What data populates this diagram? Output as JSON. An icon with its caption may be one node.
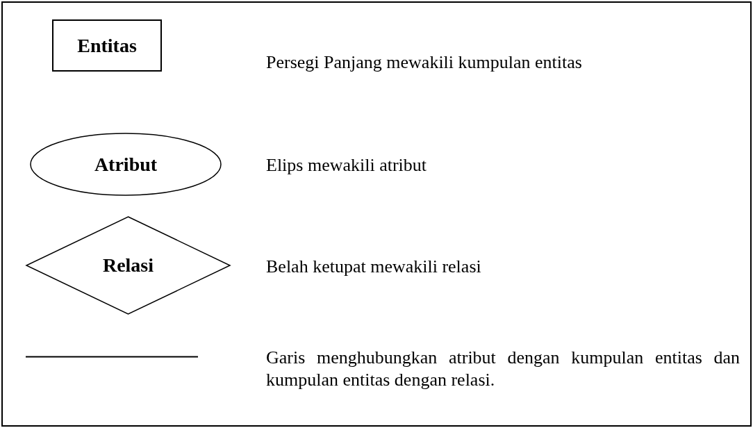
{
  "diagram": {
    "nodes": [
      {
        "text": [],
        "shape": "box"
      },
      {
        "text": [
          "Entitas"
        ],
        "in": 0
      },
      {
        "text": [
          "Atribut"
        ],
        "in": 0
      },
      {
        "text": [
          "Relasi"
        ],
        "in": 0
      }
    ],
    "labels": [
      "Persegi Panjang mewakili kumpulan entitas",
      "Elips mewakili atribut",
      "Belah ketupat mewakili relasi",
      "Garis menghubungkan atribut dengan kumpulan entitas dan kumpulan entitas dengan relasi."
    ]
  }
}
